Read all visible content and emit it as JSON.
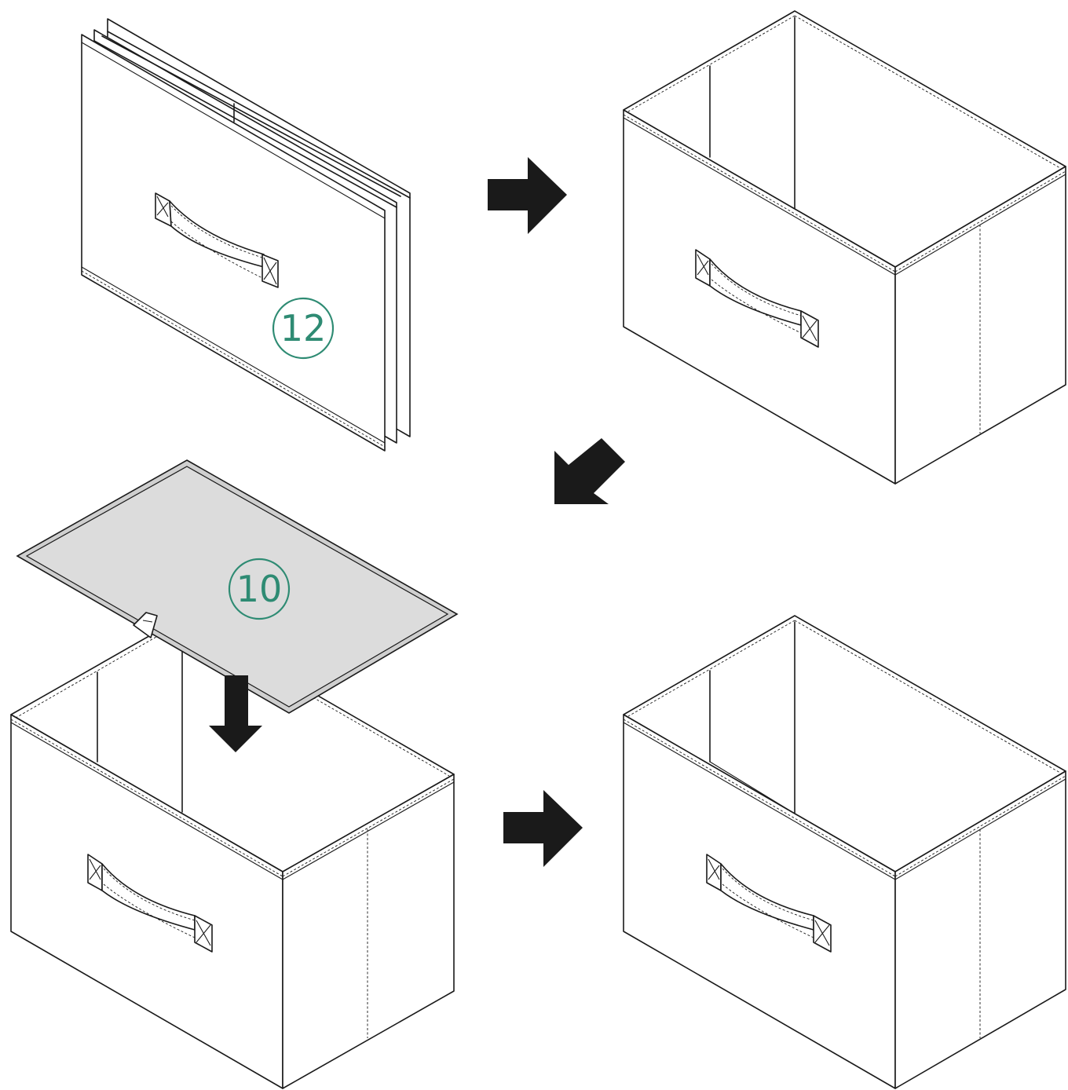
{
  "diagram": {
    "steps": [
      {
        "id": "folded-panel",
        "badge": "12"
      },
      {
        "id": "open-box-1"
      },
      {
        "id": "box-with-board",
        "badge": "10"
      },
      {
        "id": "finished-box"
      }
    ],
    "colors": {
      "line": "#1a1a1a",
      "badge": "#2e8b73",
      "board_fill": "#dcdcdc",
      "arrow": "#1a1a1a"
    },
    "icons": [
      "arrow-right-icon",
      "arrow-down-left-icon",
      "arrow-down-icon",
      "arrow-right-icon"
    ]
  }
}
